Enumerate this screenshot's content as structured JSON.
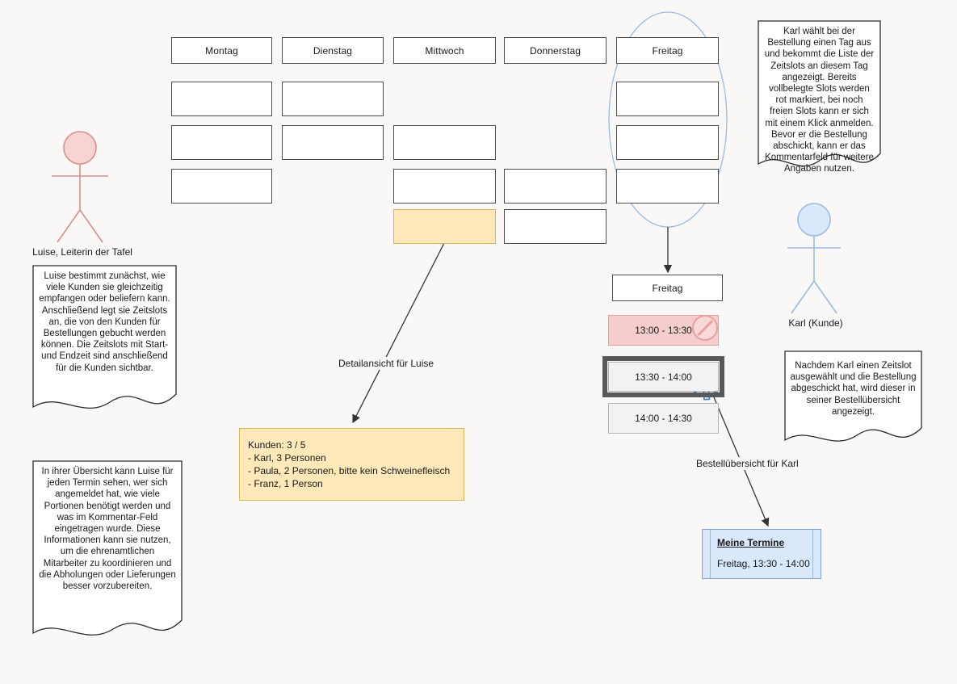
{
  "diagram": {
    "title": "Tafel Zeitslot Buchung",
    "background": "#f9f8f6",
    "accents": {
      "yellow_fill": "#ffe9ba",
      "yellow_stroke": "#d6b656",
      "red_fill": "#f5cdcd",
      "red_stroke": "#e0a3a3",
      "blue_fill": "#dae8fc",
      "blue_stroke": "#7ea6d9",
      "actor_red": "#d98f8f",
      "actor_blue": "#9dbbe0",
      "ellipse_stroke": "#9dbbe0",
      "box_stroke": "#4d4d4d"
    }
  },
  "week_grid": {
    "day_headers": [
      "Montag",
      "Dienstag",
      "Mittwoch",
      "Donnerstag",
      "Freitag"
    ],
    "columns": [
      {
        "day": "Montag",
        "slots": [
          "",
          "",
          ""
        ]
      },
      {
        "day": "Dienstag",
        "slots": [
          "",
          ""
        ]
      },
      {
        "day": "Mittwoch",
        "slots": [
          "",
          "",
          ""
        ]
      },
      {
        "day": "Donnerstag",
        "slots": [
          "",
          ""
        ]
      },
      {
        "day": "Freitag",
        "slots": [
          "",
          "",
          ""
        ]
      }
    ],
    "selected_cell": {
      "day": "Mittwoch",
      "index": 2,
      "style": "highlight-yellow"
    }
  },
  "selected_day": {
    "label": "Freitag"
  },
  "time_slots": [
    {
      "time": "13:00 - 13:30",
      "state": "booked",
      "icon": "no-entry-icon"
    },
    {
      "time": "13:30 - 14:00",
      "state": "selected",
      "icon": "mouse-cursor-icon"
    },
    {
      "time": "14:00 - 14:30",
      "state": "free",
      "icon": ""
    }
  ],
  "detail_view": {
    "edge_label": "Detailansicht für Luise",
    "lines": [
      "Kunden: 3 / 5",
      "- Karl, 3 Personen",
      "- Paula, 2 Personen, bitte kein Schweinefleisch",
      "- Franz, 1 Person"
    ]
  },
  "order_overview": {
    "edge_label": "Bestellübersicht für Karl",
    "title": "Meine Termine",
    "entries": [
      "Freitag, 13:30 - 14:00"
    ]
  },
  "actors": [
    {
      "id": "luise",
      "label": "Luise, Leiterin der Tafel",
      "color": "#d98f8f"
    },
    {
      "id": "karl",
      "label": "Karl (Kunde)",
      "color": "#9dbbe0"
    }
  ],
  "notes": {
    "luise_setup": "Luise bestimmt zunächst, wie viele Kunden sie gleichzeitig empfangen oder beliefern kann. Anschließend legt sie Zeitslots an, die von den Kunden für Bestellungen gebucht werden können. Die Zeitslots mit Start- und Endzeit sind anschließend für die Kunden sichtbar.",
    "luise_overview": "In ihrer Übersicht kann Luise für jeden Termin sehen, wer sich angemeldet hat, wie viele Portionen benötigt werden und was im Kommentar-Feld eingetragen wurde. Diese Informationen kann sie nutzen, um die ehrenamtlichen Mitarbeiter zu koordinieren und die Abholungen oder Lieferungen besser vorzubereiten.",
    "karl_booking": "Karl wählt bei der Bestellung einen Tag aus und bekommt die Liste der Zeitslots an diesem Tag angezeigt. Bereits vollbelegte Slots werden rot markiert, bei noch freien Slots kann er sich mit einem Klick anmelden. Bevor er die Bestellung abschickt, kann er das Kommentarfeld für weitere Angaben nutzen.",
    "karl_confirmation": "Nachdem Karl einen Zeitslot ausgewählt und die Bestellung abgeschickt hat, wird dieser in seiner Bestellübersicht angezeigt."
  }
}
